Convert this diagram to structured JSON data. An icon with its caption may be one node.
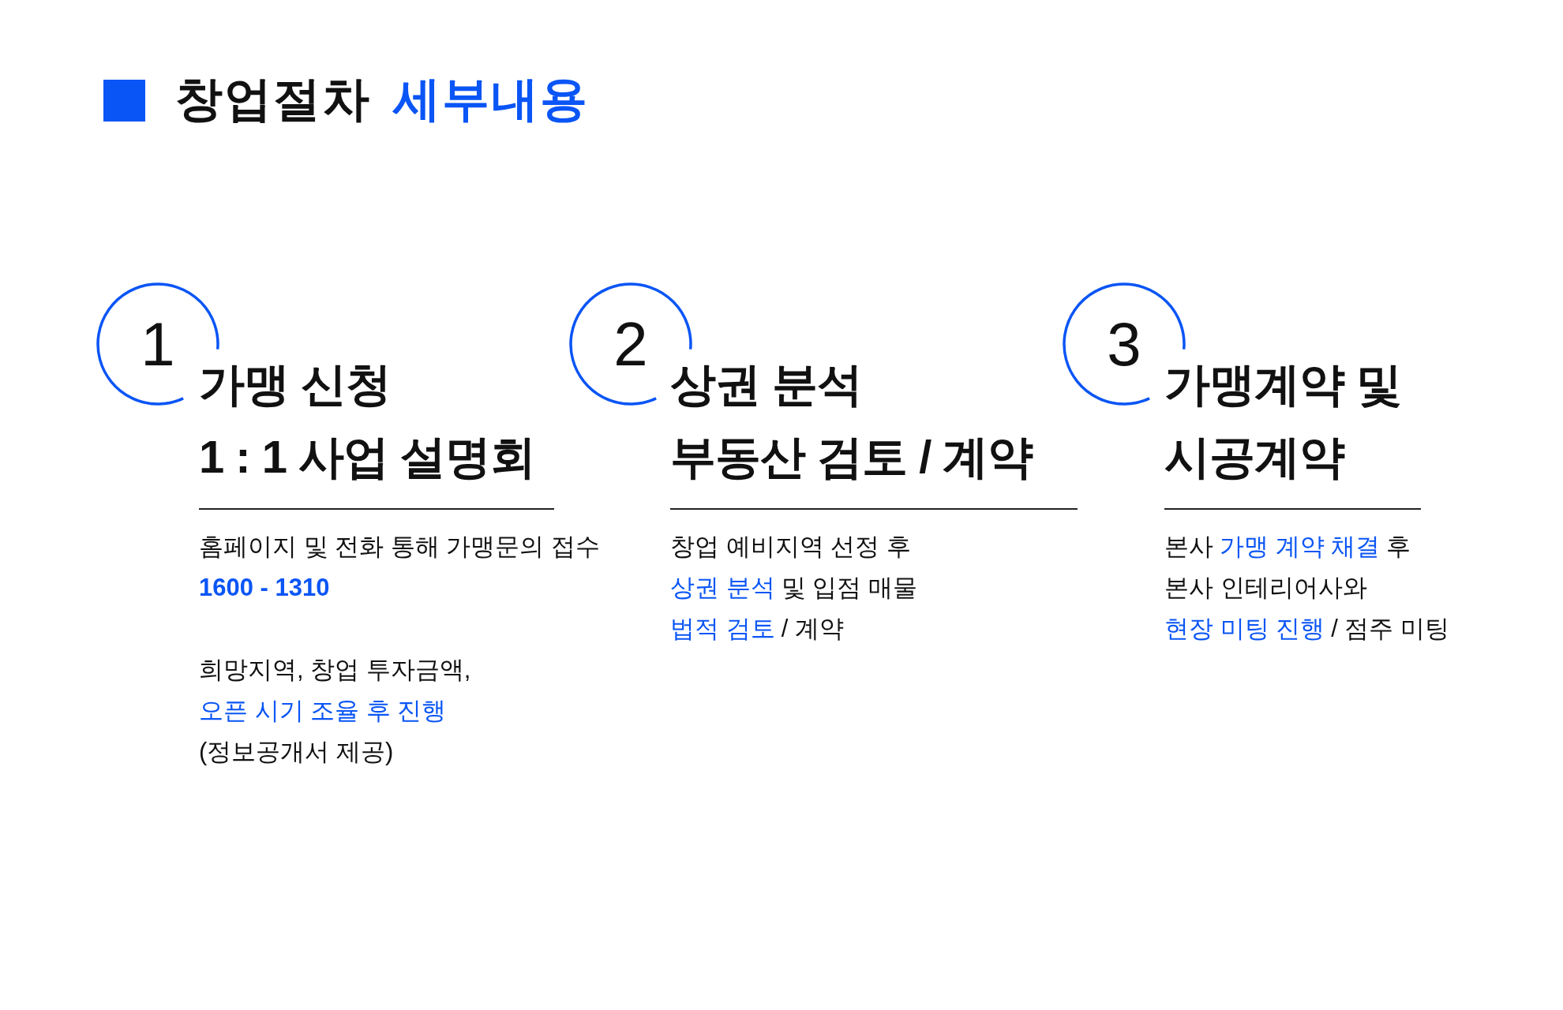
{
  "diagram": {
    "title": "창업절차 세부내용",
    "nodes": [
      {
        "text": [
          "1"
        ],
        "beside": [
          "가맹 신청",
          "1 : 1 사업 설명회",
          "홈페이지 및 전화 통해 가맹문의 접수",
          "1600 - 1310",
          "희망지역, 창업 투자금액,",
          "오픈 시기 조율 후 진행",
          "(정보공개서 제공)"
        ]
      },
      {
        "text": [
          "2"
        ],
        "beside": [
          "상권 분석",
          "부동산 검토 / 계약",
          "창업 예비지역 선정 후",
          "상권 분석",
          "및 입점 매물",
          "법적 검토",
          "/ 계약"
        ]
      },
      {
        "text": [
          "3"
        ],
        "beside": [
          "가맹계약 및",
          "시공계약",
          "본사",
          "가맹 계약 채결",
          "후",
          "본사 인테리어사와",
          "현장 미팅 진행",
          "/ 점주 미팅"
        ]
      }
    ]
  }
}
